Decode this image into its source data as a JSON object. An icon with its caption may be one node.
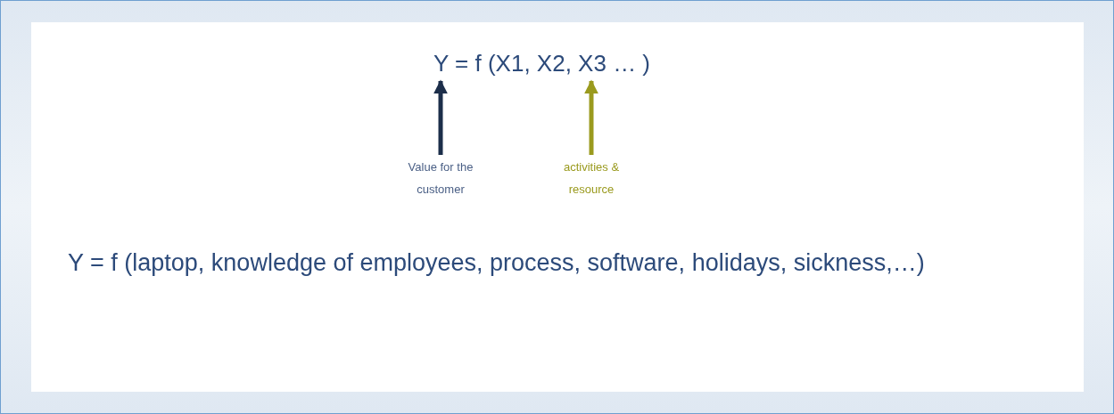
{
  "diagram": {
    "nodes": [
      {
        "text": [
          "Y = f (X1, X2,  X3 … )"
        ]
      },
      {
        "text": [
          "Value for the customer"
        ]
      },
      {
        "text": [
          "activities & resource"
        ]
      }
    ],
    "edges": [
      {
        "from": 1,
        "to": 0,
        "arrow": "to"
      },
      {
        "from": 2,
        "to": 0,
        "arrow": "to",
        "color": "#9a9a1e"
      }
    ],
    "labels": [
      "Y = f (laptop, knowledge of employees, process, software, holidays, sickness,…)"
    ]
  }
}
